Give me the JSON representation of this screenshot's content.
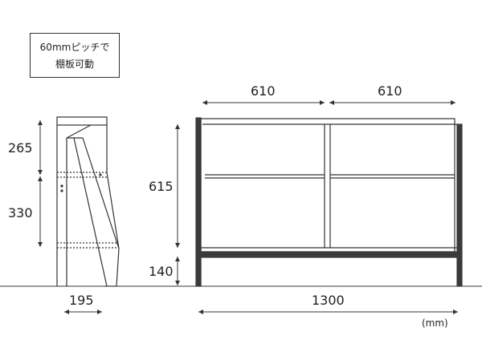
{
  "note": {
    "line1": "60mmピッチで",
    "line2": "棚板可動"
  },
  "dimensions": {
    "side_upper_height": "265",
    "side_lower_height": "330",
    "side_depth": "195",
    "front_left_width": "610",
    "front_right_width": "610",
    "front_body_height": "615",
    "front_leg_height": "140",
    "total_width": "1300"
  },
  "units": "(mm)",
  "colors": {
    "line": "#333333",
    "fill": "#ffffff",
    "steel": "#3a3a3a"
  }
}
